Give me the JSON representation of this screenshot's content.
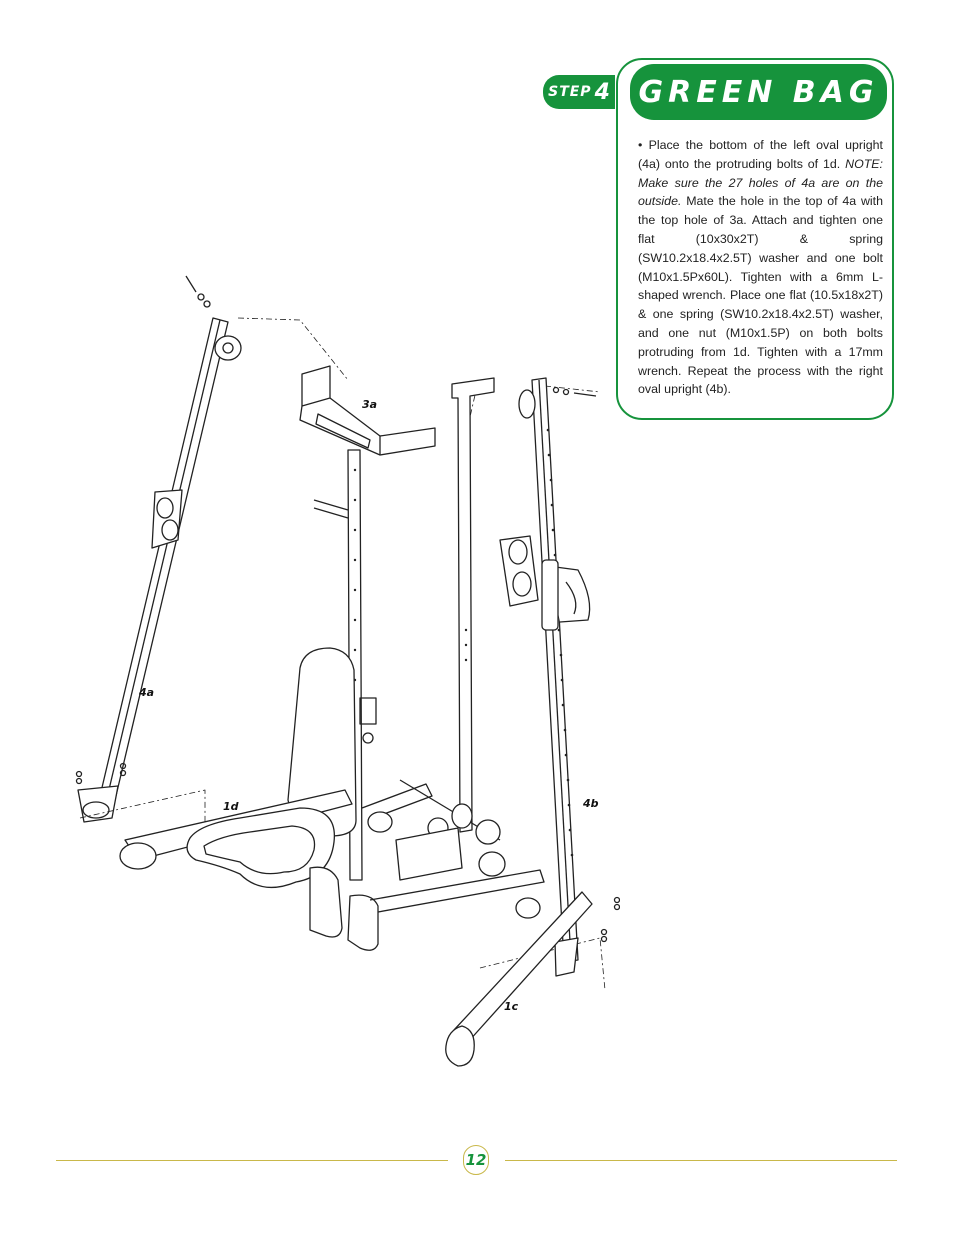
{
  "step": {
    "word": "STEP",
    "number": "4"
  },
  "title": "GREEN BAG",
  "instructions": {
    "p1": "• Place the bottom of the left oval upright (4a) onto the protruding bolts of 1d.",
    "note": "NOTE: Make sure the 27 holes of 4a are on the outside.",
    "p2": " Mate the hole in the top of 4a with the top hole of 3a. Attach and tighten one flat (10x30x2T) & spring (SW10.2x18.4x2.5T) washer and one bolt (M10x1.5Px60L). Tighten with a 6mm L-shaped wrench. Place one flat (10.5x18x2T) & one spring (SW10.2x18.4x2.5T) washer, and one nut (M10x1.5P) on both bolts protruding from 1d. Tighten with a 17mm wrench. Repeat the process with the right oval upright (4b)."
  },
  "part_labels": {
    "p3a": "3a",
    "p4a": "4a",
    "p1d": "1d",
    "p4b": "4b",
    "p1c": "1c"
  },
  "page_number": "12",
  "colors": {
    "accent": "#16933c",
    "rule": "#c9b84a"
  }
}
